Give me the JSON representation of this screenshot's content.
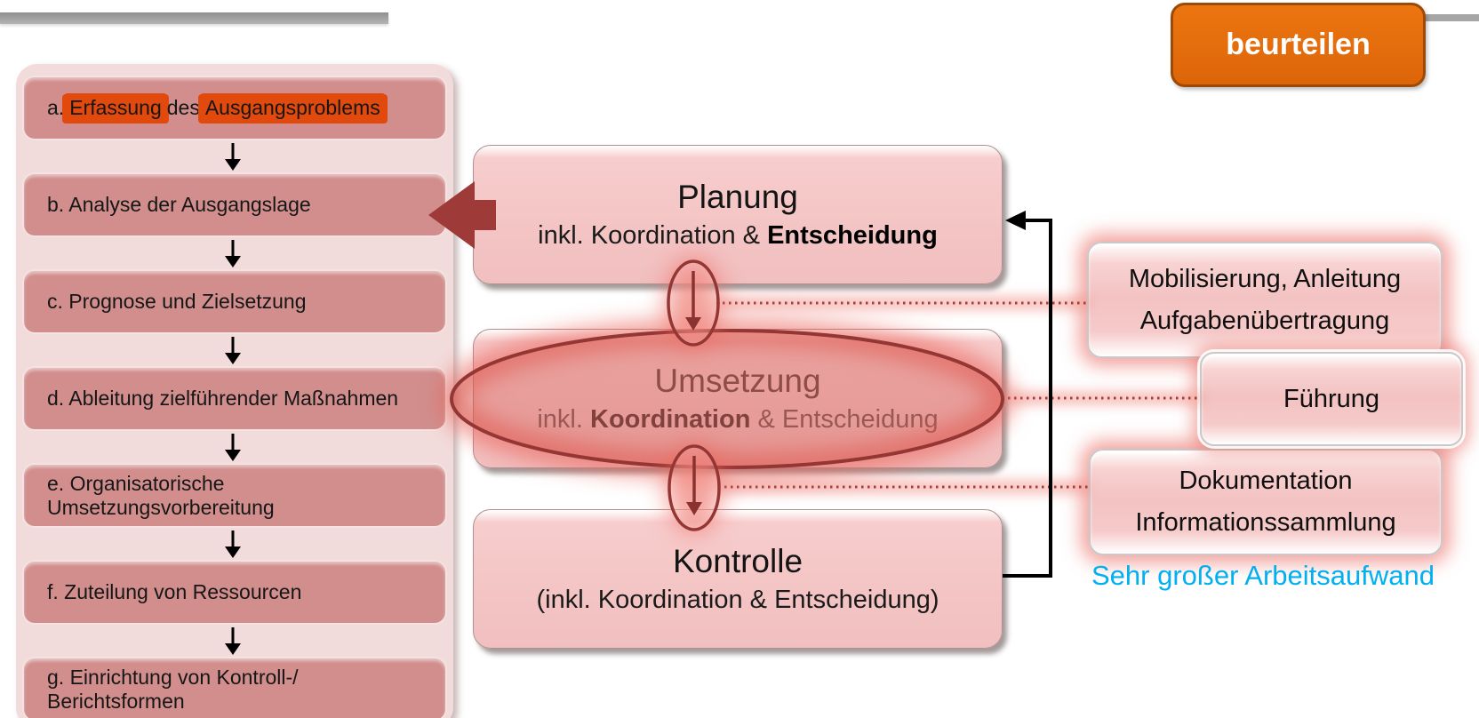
{
  "badge": {
    "label": "beurteilen"
  },
  "left_panel": {
    "steps": [
      {
        "id": "a",
        "parts": [
          {
            "text": "a. ",
            "hl": false
          },
          {
            "text": "Erfassung",
            "hl": true
          },
          {
            "text": " des ",
            "hl": false
          },
          {
            "text": "Ausgangsproblems",
            "hl": true
          }
        ]
      },
      {
        "id": "b",
        "parts": [
          {
            "text": "b. Analyse der Ausgangslage",
            "hl": false
          }
        ]
      },
      {
        "id": "c",
        "parts": [
          {
            "text": "c. Prognose und Zielsetzung",
            "hl": false
          }
        ]
      },
      {
        "id": "d",
        "parts": [
          {
            "text": "d. Ableitung zielführender Maßnahmen",
            "hl": false
          }
        ]
      },
      {
        "id": "e",
        "parts": [
          {
            "text": "e. Organisatorische Umsetzungsvorbereitung",
            "hl": false
          }
        ]
      },
      {
        "id": "f",
        "parts": [
          {
            "text": "f. Zuteilung von Ressourcen",
            "hl": false
          }
        ]
      },
      {
        "id": "g",
        "parts": [
          {
            "text": "g. Einrichtung von Kontroll-/ Berichtsformen",
            "hl": false
          }
        ]
      }
    ]
  },
  "process": {
    "planung": {
      "title": "Planung",
      "sub_pre": "inkl. Koordination & ",
      "sub_bold": "Entscheidung",
      "sub_post": ""
    },
    "umsetzung": {
      "title": "Umsetzung",
      "sub_pre": "inkl. ",
      "sub_bold": "Koordination",
      "sub_post": " & Entscheidung"
    },
    "kontrolle": {
      "title": "Kontrolle",
      "subtitle": "(inkl. Koordination & Entscheidung)"
    }
  },
  "right_boxes": [
    {
      "name": "mobilisierung-anleitung",
      "lines": [
        "Mobilisierung, Anleitung",
        "Aufgabenübertragung"
      ]
    },
    {
      "name": "fuehrung",
      "lines": [
        "Führung"
      ]
    },
    {
      "name": "dokumentation",
      "lines": [
        "Dokumentation",
        "Informationssammlung"
      ]
    }
  ],
  "caption": {
    "text": "Sehr großer Arbeitsaufwand"
  },
  "colors": {
    "badge_orange": "#E2690B",
    "badge_border": "#9C4A08",
    "highlight_orange": "#E2490C",
    "caption_blue": "#00B0F0",
    "dark_red_arrow": "#9E3A38",
    "ellipse_red": "#943634",
    "glow_red": "#E85A50",
    "panel_pink": "#F2DCDB",
    "step_pink": "#D18E8D",
    "main_box_pink": "#F4C5C5"
  }
}
